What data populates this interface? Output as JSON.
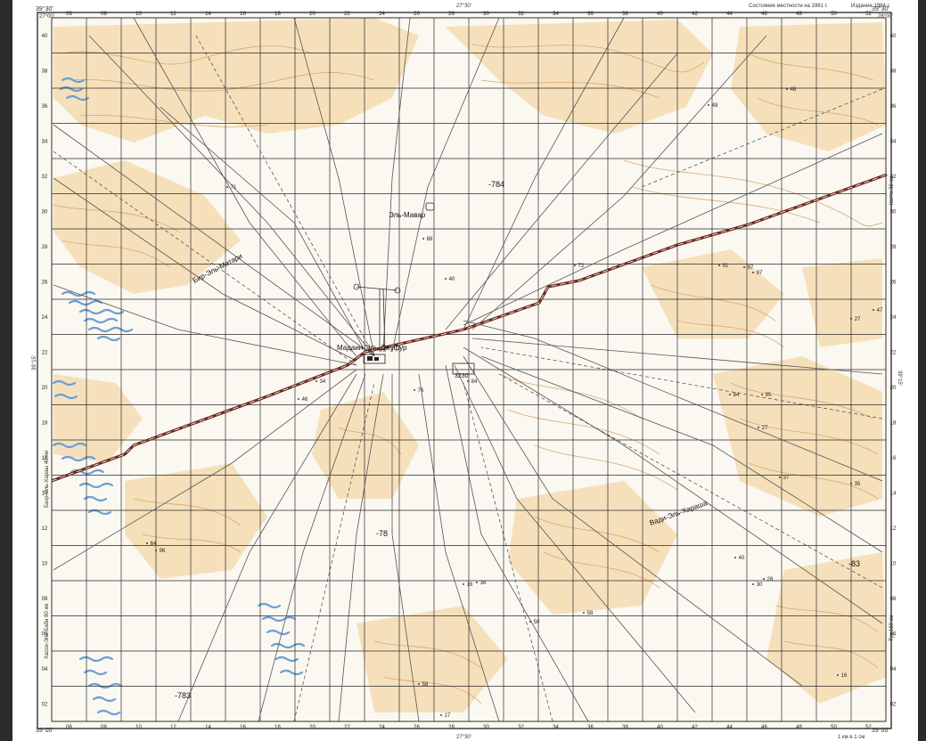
{
  "map": {
    "header_status": "Состояние местности на 1981 г.",
    "header_edition": "Издание 1984 г.",
    "header_top_coord": "27°30'",
    "bottom_coord": "27°30'",
    "corner_tl": "39°30'",
    "corner_tr": "39°30'",
    "corner_bl": "39°00'",
    "corner_br": "39°00'",
    "corner_tl_lon": "27°00'",
    "corner_tr_lon": "28°00'",
    "left_mid_coord": "39°15'",
    "right_mid_coord": "39°15'",
    "settlement_main": "Мадаин-Эль-Джуфур",
    "settlement_north": "Эль-Мавар",
    "track_label_east": "Вади-Эль-Хараша",
    "track_label_upper": "Бир-Эль-Матари",
    "spot_elevation_big_center": "-78",
    "spot_elevation_big_ne": "-784",
    "spot_elevation_big_se": "-83",
    "spot_elevation_big_sw": "-783",
    "spot_elevation_center": "3230",
    "right_margin_label_top": "Катта 36 км",
    "right_margin_label_bottom": "Туу 160 км",
    "left_margin_label_top": "Бахр-Эль-Хараш 40 км",
    "left_margin_label_bottom": "Хасси-Эль-Баби 80 км",
    "scale_note": "1 км в 1 см",
    "top_grid_numbers": [
      "06",
      "08",
      "10",
      "12",
      "14",
      "16",
      "18",
      "20",
      "22",
      "24",
      "26",
      "28",
      "30",
      "32",
      "34",
      "36",
      "38",
      "40",
      "42",
      "44",
      "46",
      "48",
      "50",
      "52"
    ],
    "bottom_grid_numbers": [
      "06",
      "08",
      "10",
      "12",
      "14",
      "16",
      "18",
      "20",
      "22",
      "24",
      "26",
      "28",
      "30",
      "32",
      "34",
      "36",
      "38",
      "40",
      "42",
      "44",
      "46",
      "48",
      "50",
      "52"
    ],
    "left_grid_numbers": [
      "40",
      "38",
      "36",
      "34",
      "32",
      "30",
      "28",
      "26",
      "24",
      "22",
      "20",
      "18",
      "16",
      "14",
      "12",
      "10",
      "08",
      "06",
      "04",
      "02"
    ],
    "right_grid_numbers": [
      "40",
      "38",
      "36",
      "34",
      "32",
      "30",
      "28",
      "26",
      "24",
      "22",
      "20",
      "18",
      "16",
      "14",
      "12",
      "10",
      "08",
      "06",
      "04",
      "02"
    ],
    "scattered_elevations": [
      "48",
      "46",
      "84",
      "95",
      "27",
      "37",
      "40",
      "30",
      "28",
      "35",
      "47",
      "27",
      "50",
      "58",
      "46",
      "34",
      "76",
      "84",
      "96",
      "64",
      "58",
      "17",
      "16",
      "38",
      "88",
      "40",
      "71",
      "72",
      "91",
      "97",
      "97",
      "16"
    ]
  },
  "colors": {
    "paper": "#fbf8f1",
    "sand": "#f2d6a8",
    "contour": "#d4a873",
    "water_blue": "#6b9fd6",
    "grid": "#2a2a2a",
    "road": "#6b2b1f",
    "trail": "#555555"
  }
}
